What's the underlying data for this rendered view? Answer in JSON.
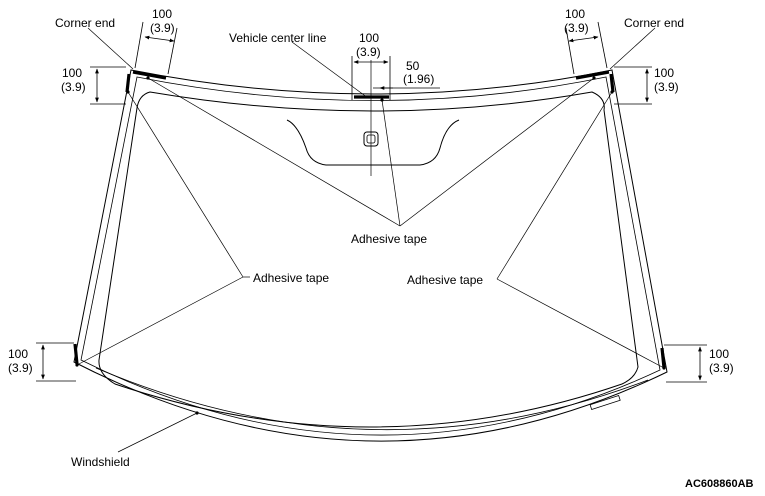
{
  "labels": {
    "corner_end_left": "Corner end",
    "corner_end_right": "Corner end",
    "vehicle_center_line": "Vehicle center line",
    "adhesive_tape_center": "Adhesive tape",
    "adhesive_tape_left": "Adhesive tape",
    "adhesive_tape_right": "Adhesive tape",
    "windshield": "Windshield",
    "figure_code": "AC608860AB"
  },
  "dimensions": {
    "top_left_h": {
      "mm": "100",
      "in": "(3.9)"
    },
    "top_left_v": {
      "mm": "100",
      "in": "(3.9)"
    },
    "top_center_width": {
      "mm": "100",
      "in": "(3.9)"
    },
    "top_center_offset": {
      "mm": "50",
      "in": "(1.96)"
    },
    "top_right_h": {
      "mm": "100",
      "in": "(3.9)"
    },
    "top_right_v": {
      "mm": "100",
      "in": "(3.9)"
    },
    "bottom_left_v": {
      "mm": "100",
      "in": "(3.9)"
    },
    "bottom_right_v": {
      "mm": "100",
      "in": "(3.9)"
    }
  }
}
